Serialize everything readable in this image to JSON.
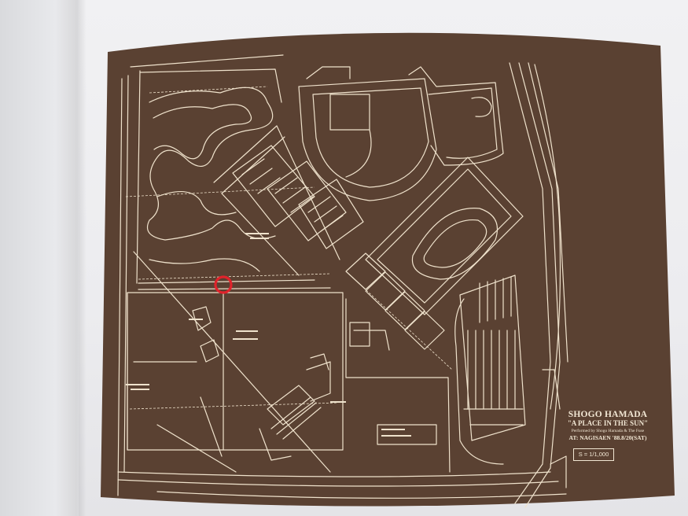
{
  "caption": {
    "title": "SHOGO HAMADA",
    "subtitle": "\"A PLACE IN THE SUN\"",
    "performed": "Performed by Shogo Hamada & The Fuse",
    "venue": "AT: NAGISAEN '88.8/20(SAT)",
    "scale": "S = 1/1,000"
  },
  "colors": {
    "plate": "#5a4132",
    "lines": "#efe2cc",
    "marker": "#e0232b",
    "page": "#ececef"
  }
}
